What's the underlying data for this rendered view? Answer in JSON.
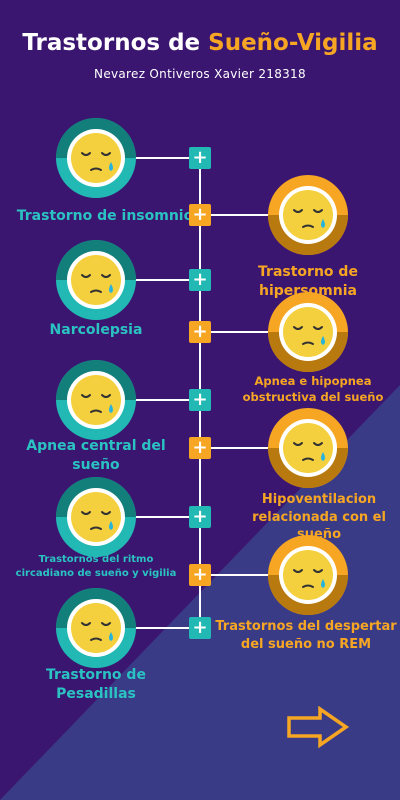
{
  "header": {
    "title_prefix": "Trastornos de ",
    "title_highlight": "Sueño-Vigilia",
    "subtitle": "Nevarez Ontiveros Xavier 218318"
  },
  "colors": {
    "background": "#3b1670",
    "triangle": "#3a3b86",
    "teal": "#22b9b4",
    "orange": "#f6a623",
    "face": "#f4d03f"
  },
  "items": [
    {
      "label": "Trastorno de insomnio",
      "side": "left",
      "icon": "sleepy-face-icon",
      "button": "+"
    },
    {
      "label": "Trastorno de hipersomnia",
      "side": "right",
      "icon": "sleepy-face-icon",
      "button": "+"
    },
    {
      "label": "Narcolepsia",
      "side": "left",
      "icon": "sleepy-face-icon",
      "button": "+"
    },
    {
      "label": "Apnea e hipopnea obstructiva del sueño",
      "side": "right",
      "icon": "sleepy-face-icon",
      "button": "+"
    },
    {
      "label": "Apnea central del sueño",
      "side": "left",
      "icon": "sleepy-face-icon",
      "button": "+"
    },
    {
      "label": "Hipoventilacion relacionada con el sueño",
      "side": "right",
      "icon": "sleepy-face-icon",
      "button": "+"
    },
    {
      "label": "Trastornos del ritmo circadiano de sueño y vigilia",
      "side": "left",
      "icon": "sleepy-face-icon",
      "button": "+"
    },
    {
      "label": "Trastornos del despertar del sueño no REM",
      "side": "right",
      "icon": "sleepy-face-icon",
      "button": "+"
    },
    {
      "label": "Trastorno de Pesadillas",
      "side": "left",
      "icon": "sleepy-face-icon",
      "button": "+"
    }
  ],
  "nav": {
    "next_icon": "arrow-right-icon"
  }
}
